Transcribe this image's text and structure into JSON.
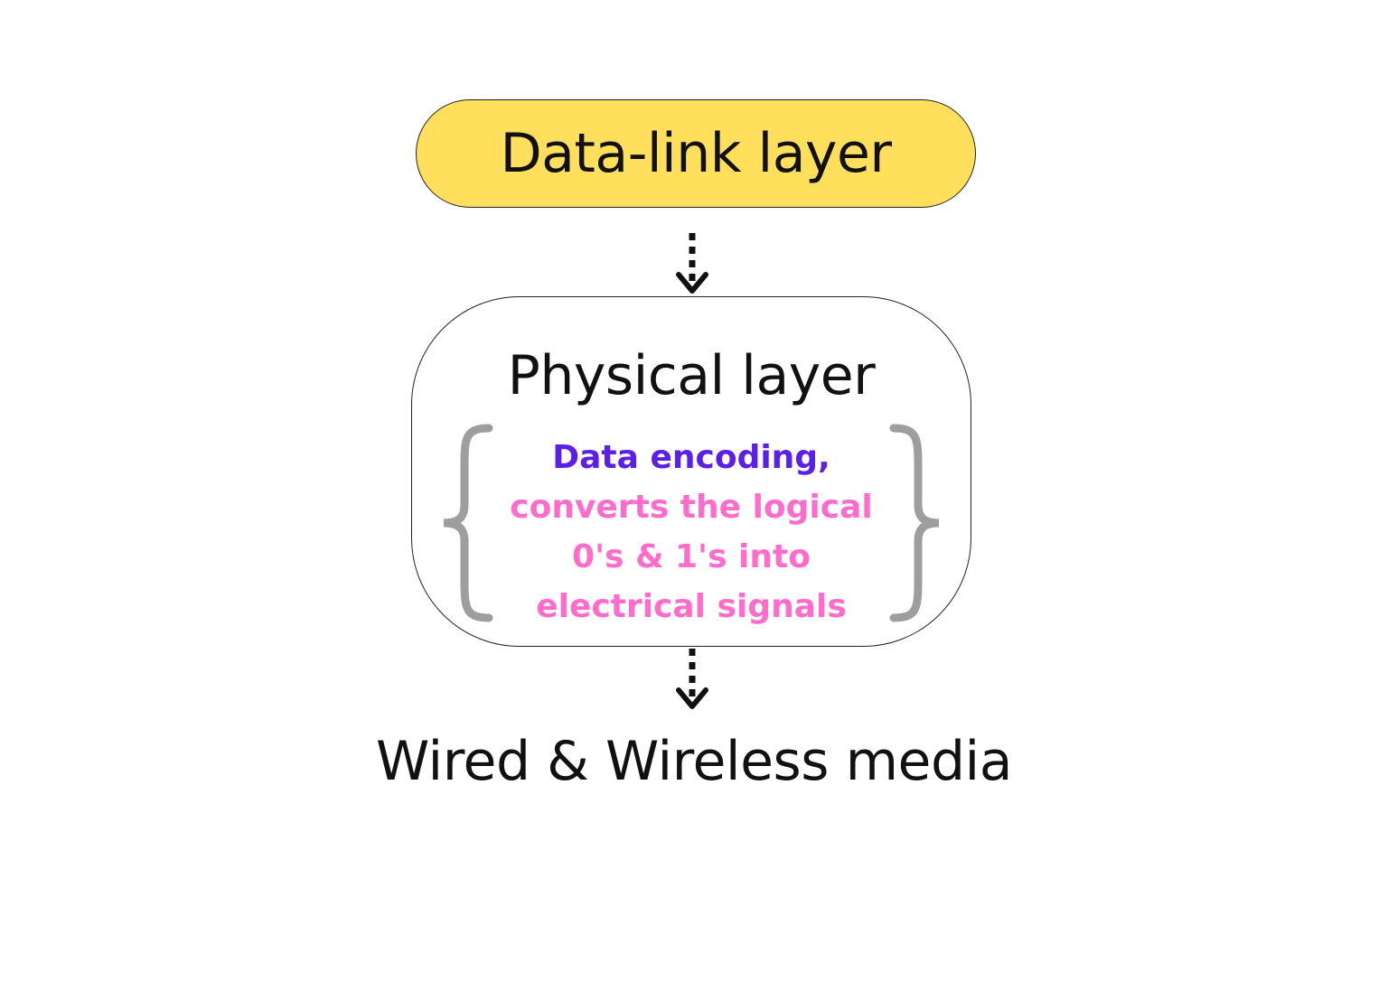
{
  "diagram": {
    "nodes": {
      "datalink": {
        "label": "Data-link layer",
        "fill": "#FFDF5C"
      },
      "physical": {
        "label": "Physical layer",
        "description": {
          "line1": "Data encoding,",
          "line2": "converts the logical",
          "line3": "0's & 1's into",
          "line4": "electrical signals"
        }
      },
      "media": {
        "label": "Wired & Wireless media"
      }
    },
    "edges": [
      {
        "from": "datalink",
        "to": "physical",
        "style": "dotted-arrow"
      },
      {
        "from": "physical",
        "to": "media",
        "style": "dotted-arrow"
      }
    ],
    "colors": {
      "highlight": "#5B1FE8",
      "description": "#FF6CCB",
      "brace": "#9E9E9E"
    }
  }
}
